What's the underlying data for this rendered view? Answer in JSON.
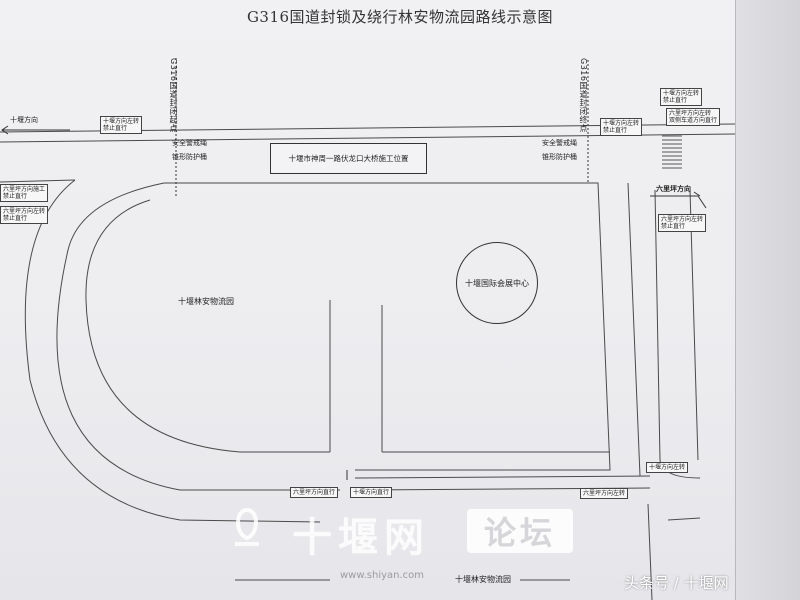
{
  "title": "G316国道封锁及绕行林安物流园路线示意图",
  "roads": {
    "shiyan_direction": "十堰方向",
    "liuli_direction": "六里坪方向"
  },
  "vertical_labels": {
    "closure_start": "G316国道封闭起点",
    "closure_end": "G316国道封闭终点"
  },
  "safety": {
    "left_line1": "安全警戒绳",
    "left_line2": "锥形防护桶",
    "right_line1": "安全警戒绳",
    "right_line2": "锥形防护桶"
  },
  "construction_site": "十堰市神周一路伏龙口大桥施工位置",
  "exhibition_center": "十堰国际会展中心",
  "park_name": "十堰林安物流园",
  "park_name_bottom": "十堰林安物流园",
  "signs": {
    "top_left_1": "十堰方向左转",
    "top_left_2": "禁止直行",
    "top_right_1": "十堰方向左转",
    "top_right_2": "禁止直行",
    "far_right_1": "十堰方向左转",
    "far_right_2": "禁止直行",
    "far_right_3": "六里坪方向左转",
    "far_right_4": "双侧车道方向直行",
    "right_mid_1": "六里坪方向左转",
    "right_mid_2": "禁止直行",
    "left_1": "六里坪方向施工",
    "left_2": "禁止直行",
    "left_3": "六里坪方向左转",
    "left_4": "禁止直行",
    "bottom_1": "六里坪方向直行",
    "bottom_2": "十堰方向直行",
    "bottom_3": "六里坪方向左转",
    "bottom_4": "十堰方向左转"
  },
  "watermark": {
    "brand": "十堰网",
    "tag": "论坛",
    "url": "www.shiyan.com"
  },
  "credit": "头条号 / 十堰网",
  "colors": {
    "paper": "#efeff2",
    "ink": "#333333",
    "watermark": "#ffffff"
  }
}
